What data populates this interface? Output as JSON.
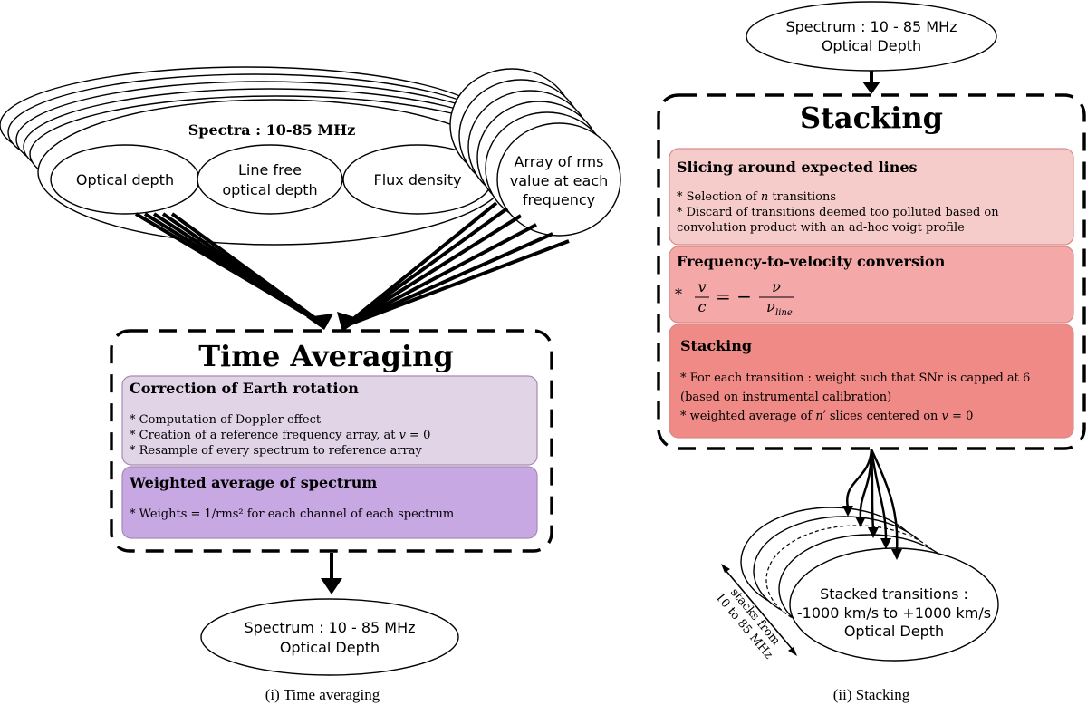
{
  "left": {
    "spectra_title": "Spectra : 10-85 MHz",
    "items": [
      "Optical depth",
      "Line free",
      "optical depth",
      "Flux density"
    ],
    "rms_lines": [
      "Array of rms",
      "value at each",
      "frequency"
    ],
    "process_title": "Time Averaging",
    "box1": {
      "title": "Correction of Earth rotation",
      "lines": [
        "* Computation of Doppler effect",
        "* Creation of a reference frequency array, at ",
        "* Resample of every spectrum to reference array"
      ],
      "math_var": "v",
      "math_rest": " = 0"
    },
    "box2": {
      "title": "Weighted average of spectrum",
      "line": "* Weights = 1/rms² for each channel of each spectrum"
    },
    "output_lines": [
      "Spectrum : 10 - 85 MHz",
      "Optical Depth"
    ],
    "caption": "(i) Time averaging"
  },
  "right": {
    "input_lines": [
      "Spectrum : 10 - 85 MHz",
      "Optical Depth"
    ],
    "process_title": "Stacking",
    "box1": {
      "title": "Slicing around expected lines",
      "line1_pre": "* Selection of ",
      "line1_var": "n",
      "line1_post": " transitions",
      "line2": "* Discard of transitions deemed too polluted based on",
      "line3": "convolution product with an ad-hoc voigt profile"
    },
    "box2": {
      "title": "Frequency-to-velocity conversion",
      "bullet": "*",
      "v": "v",
      "c": "c",
      "eq": "= −",
      "nu": "ν",
      "nu_line": "ν",
      "line_sub": "line"
    },
    "box3": {
      "title": "Stacking",
      "line1": "* For each transition : weight such that SNr is capped at 6",
      "line2": "(based on instrumental calibration)",
      "line3_pre": "* weighted average of ",
      "line3_var": "n′",
      "line3_post": " slices centered on ",
      "line3_var2": "v",
      "line3_end": " = 0"
    },
    "output_lines": [
      "Stacked transitions :",
      "-1000 km/s to +1000 km/s",
      "Optical Depth"
    ],
    "stack_label": [
      "stacks from",
      "10 to 85 MHz"
    ],
    "caption": "(ii) Stacking"
  },
  "colors": {
    "box_light_purple": "#e2d4e7",
    "box_purple": "#c7a8e2",
    "box_light_red": "#f6cccb",
    "box_mid_red": "#f4a9a8",
    "box_red": "#f08a86",
    "box_purple_border": "#a88ab4",
    "box_red_border": "#d98b89"
  }
}
